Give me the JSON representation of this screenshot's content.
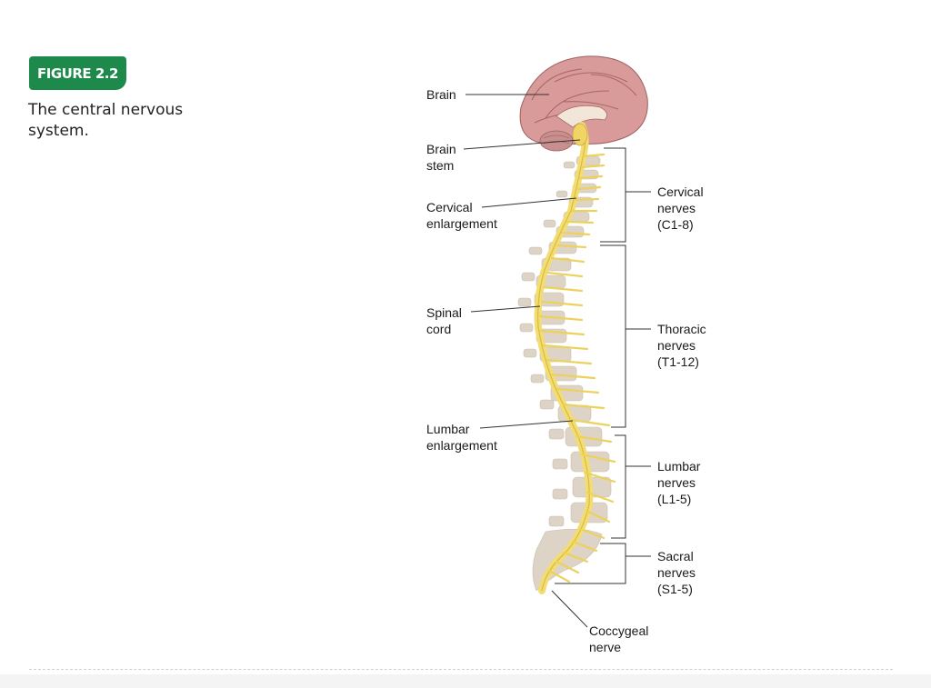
{
  "figure": {
    "badge": "FIGURE 2.2",
    "caption": "The central nervous system."
  },
  "labels": {
    "brain": "Brain",
    "brain_stem": "Brain\nstem",
    "cervical_enlargement": "Cervical\nenlargement",
    "spinal_cord": "Spinal\ncord",
    "lumbar_enlargement": "Lumbar\nenlargement",
    "coccygeal_nerve": "Coccygeal\nnerve",
    "cervical_nerves": "Cervical\nnerves\n(C1-8)",
    "thoracic_nerves": "Thoracic\nnerves\n(T1-12)",
    "lumbar_nerves": "Lumbar\nnerves\n(L1-5)",
    "sacral_nerves": "Sacral\nnerves\n(S1-5)"
  },
  "colors": {
    "badge_green": "#1d8a4b",
    "brain_pink": "#d99a9a",
    "cord_yellow": "#f3dd72",
    "vertebra_beige": "#ddd3c6"
  }
}
